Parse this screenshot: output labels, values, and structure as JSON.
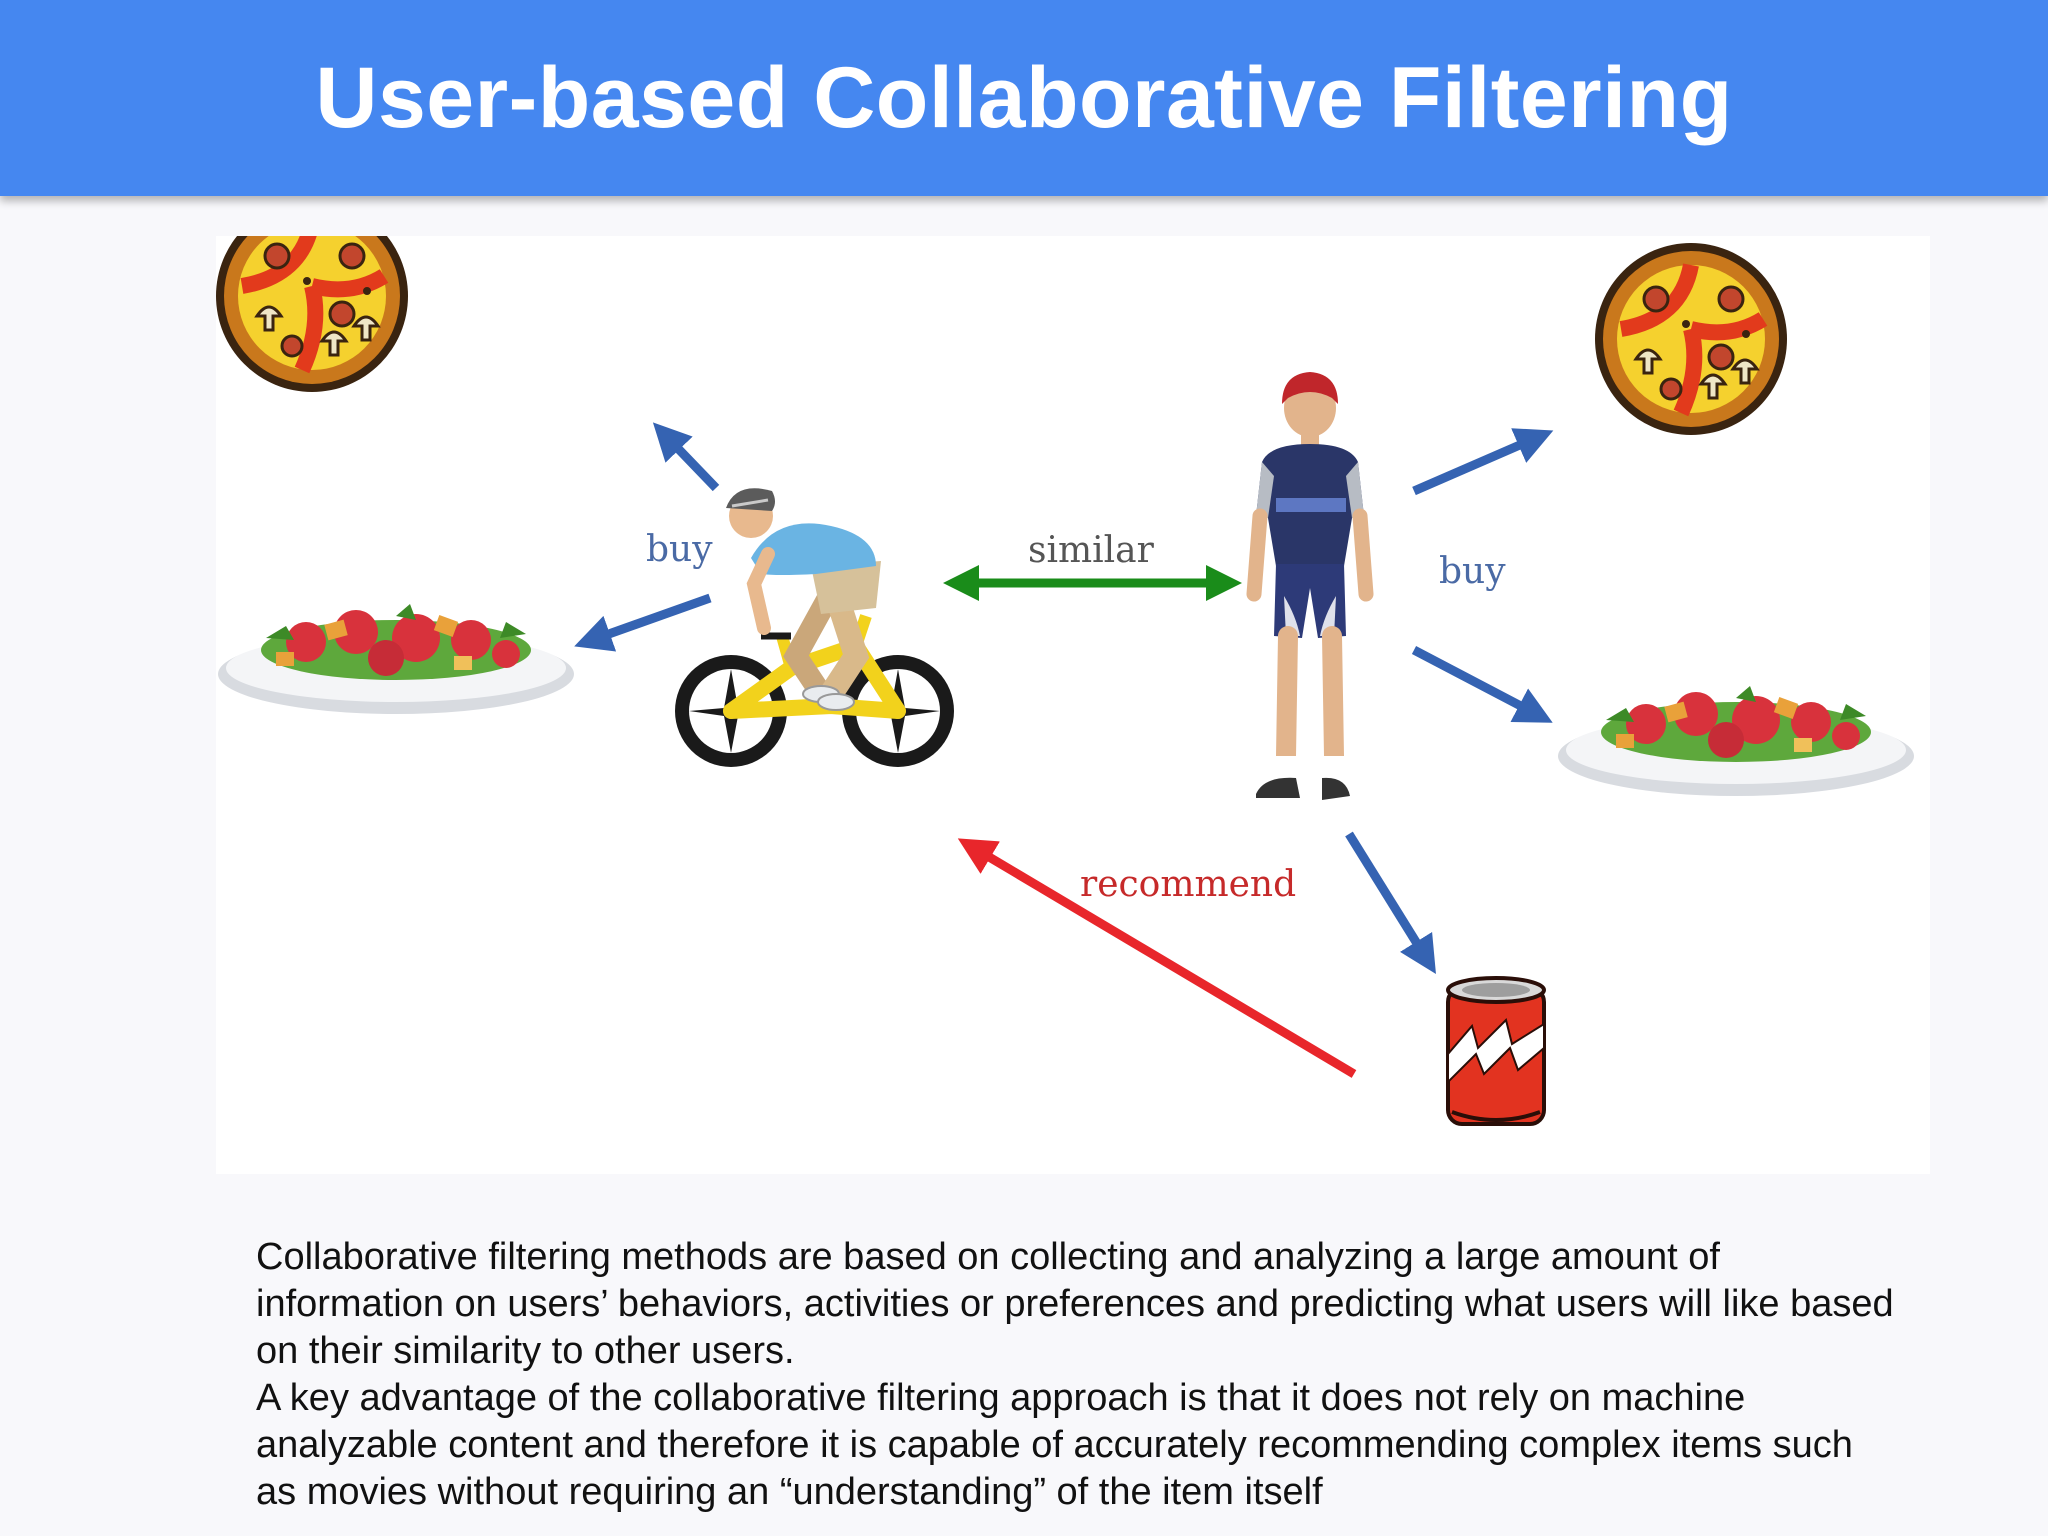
{
  "title": "User-based Collaborative Filtering",
  "diagram": {
    "labels": {
      "buy_left": "buy",
      "buy_right": "buy",
      "similar": "similar",
      "recommend": "recommend"
    },
    "colors": {
      "header": "#4587f0",
      "buy_arrow": "#3563b2",
      "similar_arrow": "#1a8c1a",
      "recommend_arrow": "#e8262b",
      "buy_text": "#4a6aa5",
      "similar_text": "#555555",
      "recommend_text": "#c62a2a"
    }
  },
  "body": {
    "paragraph1": "Collaborative filtering methods are based on collecting and analyzing a large amount of information on users’ behaviors, activities or preferences and predicting what users will like based on their similarity to other users.",
    "paragraph2": "A key advantage of the collaborative filtering approach is that it does not rely on machine analyzable content and therefore it is capable of accurately recommending complex items such as movies without requiring an “understanding” of the item itself"
  }
}
